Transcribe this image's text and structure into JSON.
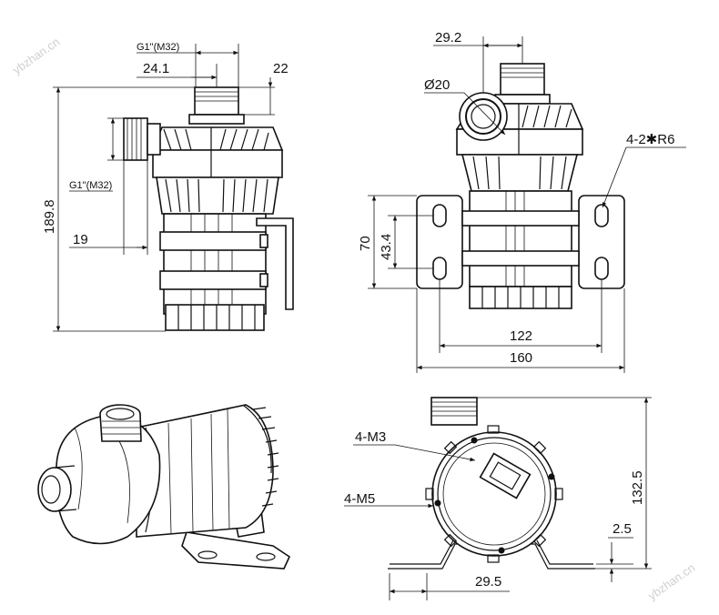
{
  "watermark": "ybzhan.cn",
  "side_view": {
    "dim_outlet_thread": "G1\"(M32)",
    "dim_inlet_thread": "G1\"(M32)",
    "dim_outlet_offset": "24.1",
    "dim_outlet_height": "22",
    "dim_total_height": "189.8",
    "dim_inlet_length": "19"
  },
  "front_view": {
    "dim_inlet_offset": "29.2",
    "dim_inlet_diameter": "Ø20",
    "dim_slot": "4-2✱R6",
    "dim_bracket_height": "70",
    "dim_hole_spacing_v": "43.4",
    "dim_hole_spacing_h": "122",
    "dim_bracket_width": "160"
  },
  "rear_view": {
    "dim_screw_m3": "4-M3",
    "dim_screw_m5": "4-M5",
    "dim_height": "132.5",
    "dim_plate_thickness": "2.5",
    "dim_foot_width": "29.5"
  }
}
